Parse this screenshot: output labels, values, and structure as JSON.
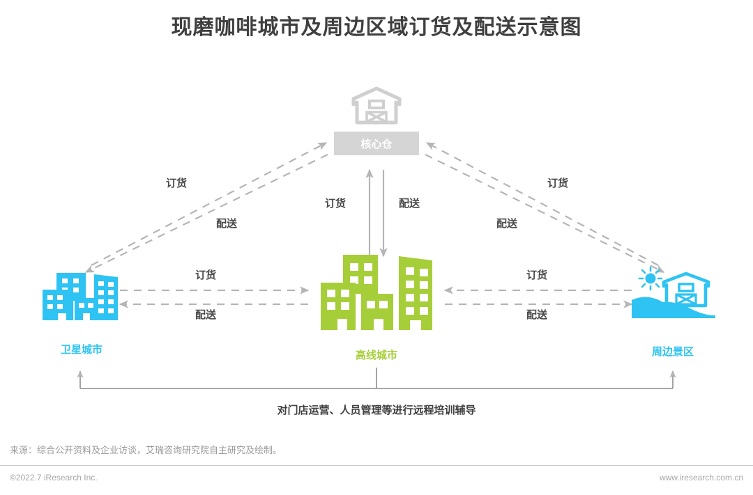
{
  "page": {
    "title": "现磨咖啡城市及周边区域订货及配送示意图"
  },
  "colors": {
    "title": "#3f3f3f",
    "cyan": "#2ec3f2",
    "green": "#a6ce39",
    "gray_arrow": "#b5b5b5",
    "gray_box": "#d5d5d5",
    "label_text": "#4a4a4a",
    "footer_text": "#a6a6a6"
  },
  "nodes": {
    "core_warehouse": {
      "label": "核心仓",
      "icon": "barn-icon",
      "color": "#c9c9c9"
    },
    "satellite_city": {
      "label": "卫星城市",
      "icon": "city-buildings-icon",
      "color": "#2ec3f2"
    },
    "high_tier_city": {
      "label": "高线城市",
      "icon": "city-buildings-icon",
      "color": "#a6ce39"
    },
    "scenic_area": {
      "label": "周边景区",
      "icon": "barn-landscape-sun-icon",
      "color": "#2ec3f2"
    }
  },
  "flows": {
    "order": "订货",
    "deliver": "配送",
    "left_diagonal": {
      "order": "订货",
      "deliver": "配送"
    },
    "right_diagonal": {
      "order": "订货",
      "deliver": "配送"
    },
    "center_vertical": {
      "order": "订货",
      "deliver": "配送"
    },
    "left_horizontal": {
      "order": "订货",
      "deliver": "配送"
    },
    "right_horizontal": {
      "order": "订货",
      "deliver": "配送"
    }
  },
  "training": {
    "label": "对门店运营、人员管理等进行远程培训辅导"
  },
  "footer": {
    "source": "来源：综合公开资料及企业访谈，艾瑞咨询研究院自主研究及绘制。",
    "copyright": "©2022.7 iResearch Inc.",
    "website": "www.iresearch.com.cn"
  }
}
